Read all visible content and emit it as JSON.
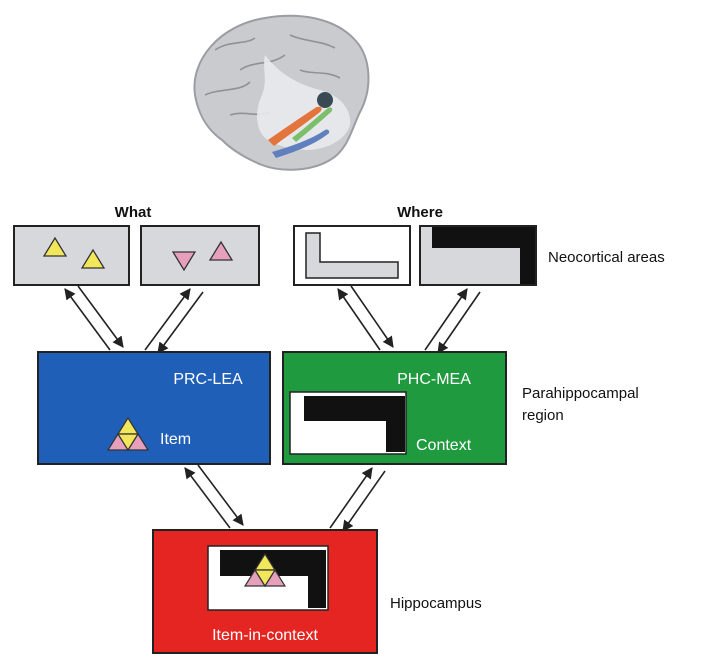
{
  "headers": {
    "what": "What",
    "where": "Where"
  },
  "side_labels": {
    "neocortical": "Neocortical areas",
    "parahippocampal_line1": "Parahippocampal",
    "parahippocampal_line2": "region",
    "hippocampus": "Hippocampus"
  },
  "boxes": {
    "prc_lea_title": "PRC-LEA",
    "prc_lea_item": "Item",
    "phc_mea_title": "PHC-MEA",
    "phc_mea_context": "Context",
    "hippocampus_label": "Item-in-context"
  },
  "colors": {
    "prc_lea": "#1f5fb8",
    "phc_mea": "#1f9a3e",
    "hippocampus": "#e52521",
    "neocortical_fill": "#d6d8dc",
    "triangle_yellow": "#f2e65a",
    "triangle_pink": "#e6a0bc",
    "brain_orange": "#e2743c",
    "brain_green": "#7cbf6a",
    "brain_blue": "#5f7fbf"
  },
  "icons": [
    "brain-illustration",
    "yellow-triangle",
    "pink-triangle",
    "context-shape",
    "bidirectional-arrow"
  ]
}
